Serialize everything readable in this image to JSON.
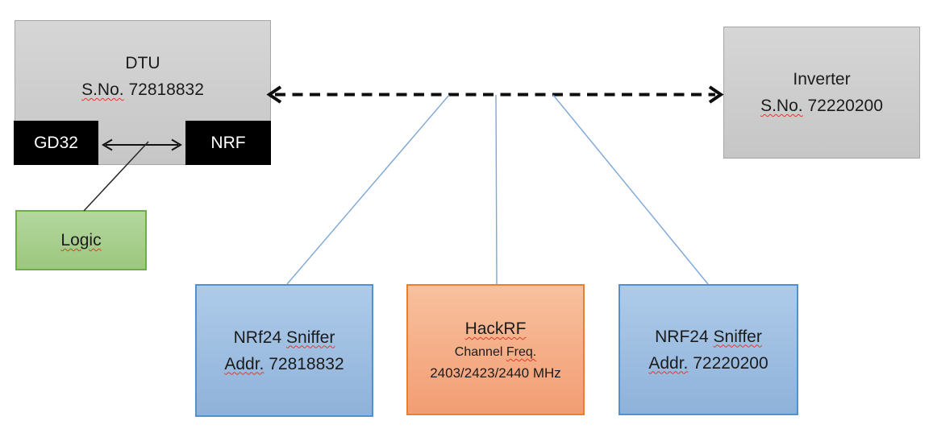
{
  "colors": {
    "gray-fill-top": "#d6d6d6",
    "gray-fill-bottom": "#c6c6c6",
    "gray-border": "#a6a6a6",
    "black-fill": "#000000",
    "chip-text": "#ffffff",
    "green-fill-top": "#b4d79f",
    "green-fill-bottom": "#9cc77e",
    "green-border": "#6fad4c",
    "blue-fill-top": "#aecbe9",
    "blue-fill-bottom": "#8fb2da",
    "blue-border": "#5290ce",
    "orange-fill-top": "#f8c19e",
    "orange-fill-bottom": "#f29d73",
    "orange-border": "#e8812f",
    "connector-blue": "#7da7d8",
    "connector-black": "#1f1f1f",
    "squiggle-red": "#e03a2a"
  },
  "dtu": {
    "title": "DTU",
    "serial_label": "S.No.",
    "serial_number": "72818832",
    "gd32_label": "GD32",
    "nrf_label": "NRF"
  },
  "inverter": {
    "title": "Inverter",
    "serial_label": "S.No.",
    "serial_number": "72220200"
  },
  "logic": {
    "label": "Logic"
  },
  "sniffer_left": {
    "brand": "NRf24",
    "type": "Sniffer",
    "addr_label": "Addr.",
    "addr_number": "72818832"
  },
  "hackrf": {
    "title": "HackRF",
    "channel_word": "Channel",
    "freq_word": "Freq.",
    "frequencies": "2403/2423/2440 MHz"
  },
  "sniffer_right": {
    "brand": "NRF24",
    "type": "Sniffer",
    "addr_label": "Addr.",
    "addr_number": "72220200"
  }
}
